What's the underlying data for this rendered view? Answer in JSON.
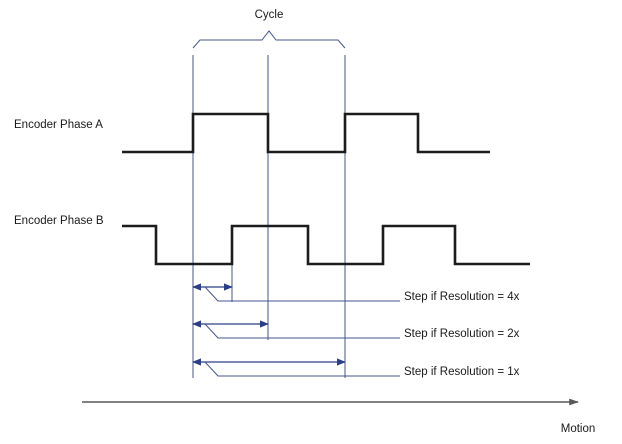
{
  "diagram": {
    "title_text": "Cycle",
    "signals": [
      {
        "id": "phase-a",
        "label": "Encoder Phase A"
      },
      {
        "id": "phase-b",
        "label": "Encoder Phase B"
      }
    ],
    "annotations": [
      {
        "id": "res-4x",
        "label": "Step if Resolution = 4x"
      },
      {
        "id": "res-2x",
        "label": "Step if Resolution = 2x"
      },
      {
        "id": "res-1x",
        "label": "Step if Resolution = 1x"
      }
    ],
    "motion": {
      "label": "Motion"
    },
    "colors": {
      "waveform": "#1c1c1c",
      "guide_blue": "#44548f",
      "dimension_blue": "#2a3f87",
      "motion_axis": "#595959",
      "text": "#1a1a1a",
      "background": "#ffffff"
    }
  },
  "chart_data": {
    "type": "line",
    "title": "Cycle",
    "xlabel": "Motion",
    "ylabel": "",
    "grid": false,
    "legend": "none",
    "description": "Quadrature encoder Phase A and Phase B square waves with step-size dimension arrows for 1x, 2x and 4x decoding resolution.",
    "x_axis": {
      "label": "Motion",
      "direction": "left-to-right",
      "range": [
        122,
        580
      ]
    },
    "series": [
      {
        "name": "Encoder Phase A",
        "low_y": 152,
        "high_y": 114,
        "start_x": 122,
        "end_x": 490,
        "initial_level": "low",
        "transitions": [
          {
            "x": 193,
            "edge": "rising"
          },
          {
            "x": 268,
            "edge": "falling"
          },
          {
            "x": 345,
            "edge": "rising"
          },
          {
            "x": 418,
            "edge": "falling"
          }
        ]
      },
      {
        "name": "Encoder Phase B",
        "low_y": 264,
        "high_y": 226,
        "start_x": 122,
        "end_x": 530,
        "initial_level": "high",
        "transitions": [
          {
            "x": 156,
            "edge": "falling"
          },
          {
            "x": 232,
            "edge": "rising"
          },
          {
            "x": 308,
            "edge": "falling"
          },
          {
            "x": 383,
            "edge": "rising"
          },
          {
            "x": 455,
            "edge": "falling"
          }
        ]
      }
    ],
    "cycle_bracket": {
      "from_x": 193,
      "to_x": 345,
      "label": "Cycle",
      "label_x": 269,
      "label_y": 18
    },
    "dimension_arrows": [
      {
        "name": "Step if Resolution = 4x",
        "from_x": 193,
        "to_x": 232,
        "y": 287,
        "label_x": 396,
        "label_y": 300
      },
      {
        "name": "Step if Resolution = 2x",
        "from_x": 193,
        "to_x": 268,
        "y": 324,
        "label_x": 396,
        "label_y": 337
      },
      {
        "name": "Step if Resolution = 1x",
        "from_x": 193,
        "to_x": 345,
        "y": 362,
        "label_x": 396,
        "label_y": 375
      }
    ],
    "guide_lines_x": [
      193,
      268,
      345
    ],
    "annotation_values": {
      "4x": 4,
      "2x": 2,
      "1x": 1
    }
  }
}
